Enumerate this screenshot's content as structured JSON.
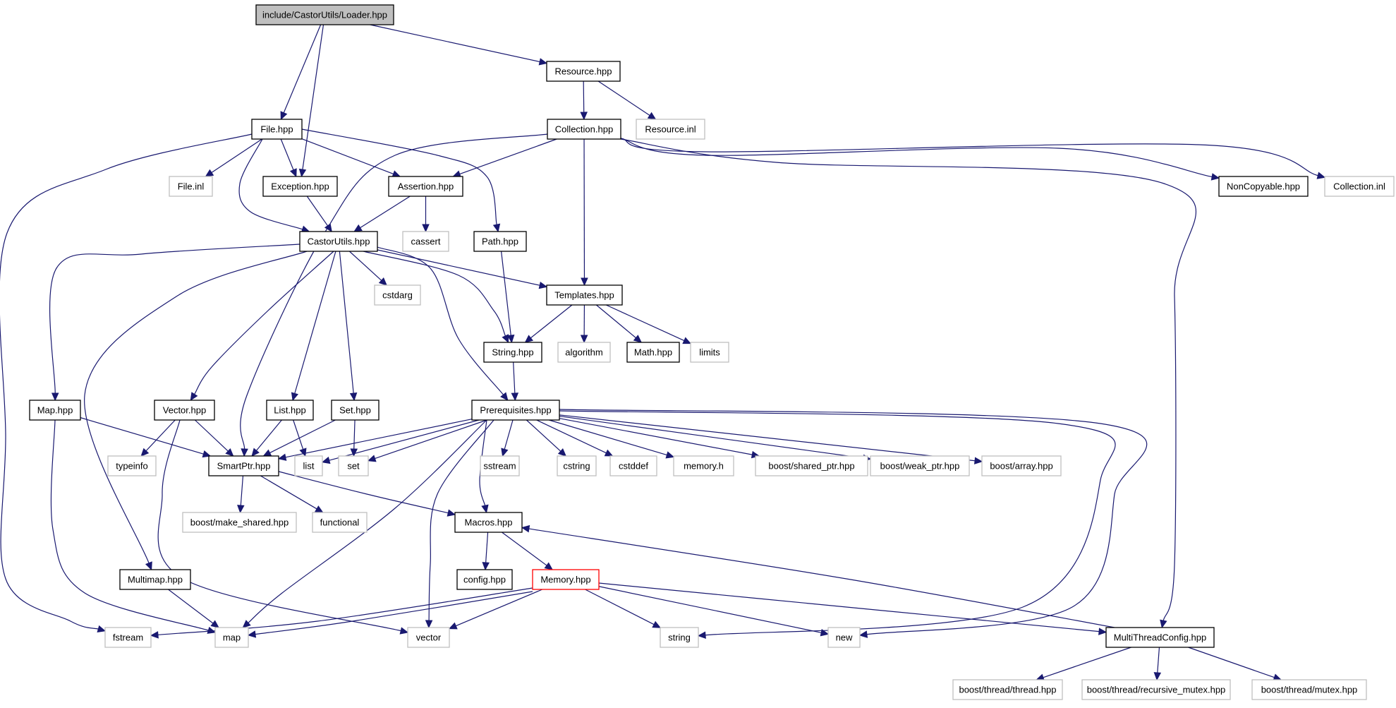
{
  "title": "include/CastorUtils/Loader.hpp include dependency graph",
  "colors": {
    "edge": "#191970",
    "documented_border": "#000000",
    "external_border": "#bfbfbf",
    "root_fill": "#bfbfbf",
    "truncated_border": "#ff0000"
  },
  "nodes": [
    {
      "id": "loader",
      "label": "include/CastorUtils/Loader.hpp",
      "kind": "root"
    },
    {
      "id": "resource",
      "label": "Resource.hpp",
      "kind": "doc"
    },
    {
      "id": "file",
      "label": "File.hpp",
      "kind": "doc"
    },
    {
      "id": "collection",
      "label": "Collection.hpp",
      "kind": "doc"
    },
    {
      "id": "resource_inl",
      "label": "Resource.inl",
      "kind": "ext"
    },
    {
      "id": "file_inl",
      "label": "File.inl",
      "kind": "ext"
    },
    {
      "id": "exception",
      "label": "Exception.hpp",
      "kind": "doc"
    },
    {
      "id": "assertion",
      "label": "Assertion.hpp",
      "kind": "doc"
    },
    {
      "id": "noncopyable",
      "label": "NonCopyable.hpp",
      "kind": "doc"
    },
    {
      "id": "collection_inl",
      "label": "Collection.inl",
      "kind": "ext"
    },
    {
      "id": "castorutils",
      "label": "CastorUtils.hpp",
      "kind": "doc"
    },
    {
      "id": "cassert",
      "label": "cassert",
      "kind": "ext"
    },
    {
      "id": "path",
      "label": "Path.hpp",
      "kind": "doc"
    },
    {
      "id": "cstdarg",
      "label": "cstdarg",
      "kind": "ext"
    },
    {
      "id": "templates",
      "label": "Templates.hpp",
      "kind": "doc"
    },
    {
      "id": "string_hpp",
      "label": "String.hpp",
      "kind": "doc"
    },
    {
      "id": "algorithm",
      "label": "algorithm",
      "kind": "ext"
    },
    {
      "id": "math",
      "label": "Math.hpp",
      "kind": "doc"
    },
    {
      "id": "limits",
      "label": "limits",
      "kind": "ext"
    },
    {
      "id": "map_hpp",
      "label": "Map.hpp",
      "kind": "doc"
    },
    {
      "id": "vector_hpp",
      "label": "Vector.hpp",
      "kind": "doc"
    },
    {
      "id": "list_hpp",
      "label": "List.hpp",
      "kind": "doc"
    },
    {
      "id": "set_hpp",
      "label": "Set.hpp",
      "kind": "doc"
    },
    {
      "id": "prereq",
      "label": "Prerequisites.hpp",
      "kind": "doc"
    },
    {
      "id": "typeinfo",
      "label": "typeinfo",
      "kind": "ext"
    },
    {
      "id": "smartptr",
      "label": "SmartPtr.hpp",
      "kind": "doc"
    },
    {
      "id": "list",
      "label": "list",
      "kind": "ext"
    },
    {
      "id": "set",
      "label": "set",
      "kind": "ext"
    },
    {
      "id": "sstream",
      "label": "sstream",
      "kind": "ext"
    },
    {
      "id": "cstring",
      "label": "cstring",
      "kind": "ext"
    },
    {
      "id": "cstddef",
      "label": "cstddef",
      "kind": "ext"
    },
    {
      "id": "memory_h",
      "label": "memory.h",
      "kind": "ext"
    },
    {
      "id": "shared_ptr",
      "label": "boost/shared_ptr.hpp",
      "kind": "ext"
    },
    {
      "id": "weak_ptr",
      "label": "boost/weak_ptr.hpp",
      "kind": "ext"
    },
    {
      "id": "array",
      "label": "boost/array.hpp",
      "kind": "ext"
    },
    {
      "id": "make_shared",
      "label": "boost/make_shared.hpp",
      "kind": "ext"
    },
    {
      "id": "functional",
      "label": "functional",
      "kind": "ext"
    },
    {
      "id": "macros",
      "label": "Macros.hpp",
      "kind": "doc"
    },
    {
      "id": "multimap",
      "label": "Multimap.hpp",
      "kind": "doc"
    },
    {
      "id": "config",
      "label": "config.hpp",
      "kind": "doc"
    },
    {
      "id": "memory_hpp",
      "label": "Memory.hpp",
      "kind": "truncated"
    },
    {
      "id": "fstream",
      "label": "fstream",
      "kind": "ext"
    },
    {
      "id": "map",
      "label": "map",
      "kind": "ext"
    },
    {
      "id": "vector",
      "label": "vector",
      "kind": "ext"
    },
    {
      "id": "string",
      "label": "string",
      "kind": "ext"
    },
    {
      "id": "new",
      "label": "new",
      "kind": "ext"
    },
    {
      "id": "multithread",
      "label": "MultiThreadConfig.hpp",
      "kind": "doc"
    },
    {
      "id": "thread",
      "label": "boost/thread/thread.hpp",
      "kind": "ext"
    },
    {
      "id": "recursive_mutex",
      "label": "boost/thread/recursive_mutex.hpp",
      "kind": "ext"
    },
    {
      "id": "mutex",
      "label": "boost/thread/mutex.hpp",
      "kind": "ext"
    }
  ],
  "edges": [
    [
      "loader",
      "file"
    ],
    [
      "loader",
      "exception"
    ],
    [
      "loader",
      "resource"
    ],
    [
      "resource",
      "collection"
    ],
    [
      "resource",
      "resource_inl"
    ],
    [
      "file",
      "file_inl"
    ],
    [
      "file",
      "exception"
    ],
    [
      "file",
      "assertion"
    ],
    [
      "file",
      "castorutils"
    ],
    [
      "file",
      "path"
    ],
    [
      "file",
      "fstream"
    ],
    [
      "collection",
      "assertion"
    ],
    [
      "collection",
      "smartptr"
    ],
    [
      "collection",
      "templates"
    ],
    [
      "collection",
      "noncopyable"
    ],
    [
      "collection",
      "collection_inl"
    ],
    [
      "collection",
      "multithread"
    ],
    [
      "exception",
      "castorutils"
    ],
    [
      "assertion",
      "castorutils"
    ],
    [
      "assertion",
      "cassert"
    ],
    [
      "path",
      "string_hpp"
    ],
    [
      "castorutils",
      "cstdarg"
    ],
    [
      "castorutils",
      "templates"
    ],
    [
      "castorutils",
      "string_hpp"
    ],
    [
      "castorutils",
      "prereq"
    ],
    [
      "castorutils",
      "map_hpp"
    ],
    [
      "castorutils",
      "vector_hpp"
    ],
    [
      "castorutils",
      "list_hpp"
    ],
    [
      "castorutils",
      "set_hpp"
    ],
    [
      "castorutils",
      "multimap"
    ],
    [
      "templates",
      "string_hpp"
    ],
    [
      "templates",
      "algorithm"
    ],
    [
      "templates",
      "math"
    ],
    [
      "templates",
      "limits"
    ],
    [
      "string_hpp",
      "prereq"
    ],
    [
      "map_hpp",
      "smartptr"
    ],
    [
      "map_hpp",
      "map"
    ],
    [
      "vector_hpp",
      "typeinfo"
    ],
    [
      "vector_hpp",
      "smartptr"
    ],
    [
      "vector_hpp",
      "vector"
    ],
    [
      "list_hpp",
      "smartptr"
    ],
    [
      "list_hpp",
      "list"
    ],
    [
      "set_hpp",
      "smartptr"
    ],
    [
      "set_hpp",
      "set"
    ],
    [
      "prereq",
      "smartptr"
    ],
    [
      "prereq",
      "list"
    ],
    [
      "prereq",
      "set"
    ],
    [
      "prereq",
      "sstream"
    ],
    [
      "prereq",
      "cstring"
    ],
    [
      "prereq",
      "cstddef"
    ],
    [
      "prereq",
      "memory_h"
    ],
    [
      "prereq",
      "shared_ptr"
    ],
    [
      "prereq",
      "weak_ptr"
    ],
    [
      "prereq",
      "array"
    ],
    [
      "prereq",
      "macros"
    ],
    [
      "prereq",
      "map"
    ],
    [
      "prereq",
      "vector"
    ],
    [
      "prereq",
      "string"
    ],
    [
      "prereq",
      "new"
    ],
    [
      "smartptr",
      "make_shared"
    ],
    [
      "smartptr",
      "functional"
    ],
    [
      "smartptr",
      "macros"
    ],
    [
      "macros",
      "config"
    ],
    [
      "macros",
      "memory_hpp"
    ],
    [
      "multimap",
      "map"
    ],
    [
      "memory_hpp",
      "fstream"
    ],
    [
      "memory_hpp",
      "map"
    ],
    [
      "memory_hpp",
      "vector"
    ],
    [
      "memory_hpp",
      "string"
    ],
    [
      "memory_hpp",
      "new"
    ],
    [
      "memory_hpp",
      "multithread"
    ],
    [
      "multithread",
      "macros"
    ],
    [
      "multithread",
      "thread"
    ],
    [
      "multithread",
      "recursive_mutex"
    ],
    [
      "multithread",
      "mutex"
    ]
  ]
}
